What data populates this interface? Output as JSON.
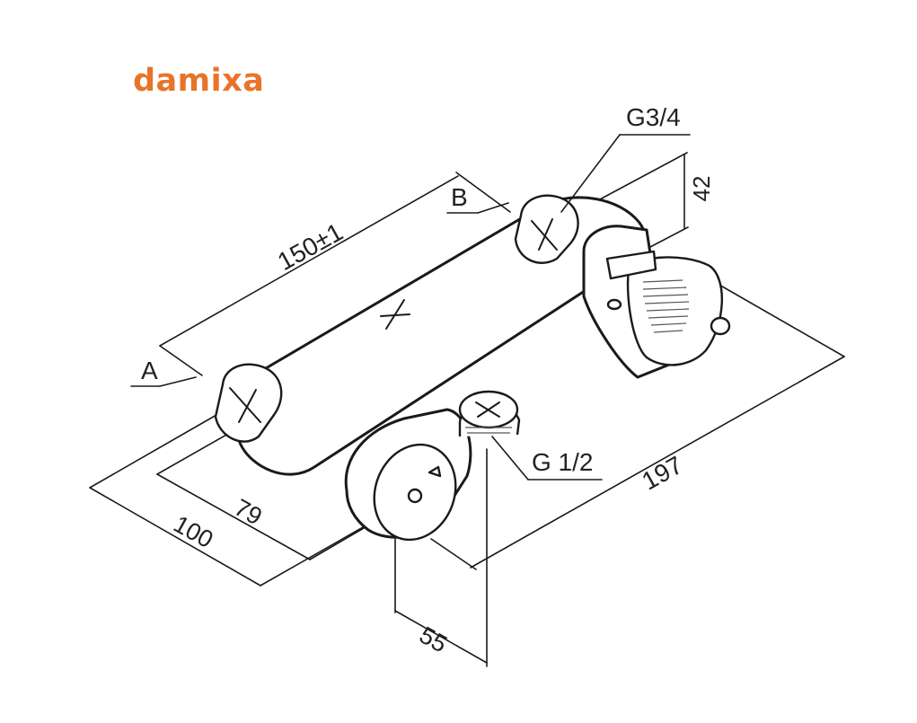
{
  "brand": {
    "name": "damixa",
    "color": "#E8742A"
  },
  "callouts": {
    "a": "A",
    "b": "B",
    "g34": "G3/4",
    "g12": "G 1/2"
  },
  "dimensions": {
    "d150": "150±1",
    "d42": "42",
    "d197": "197",
    "d79": "79",
    "d100": "100",
    "d55": "55"
  }
}
